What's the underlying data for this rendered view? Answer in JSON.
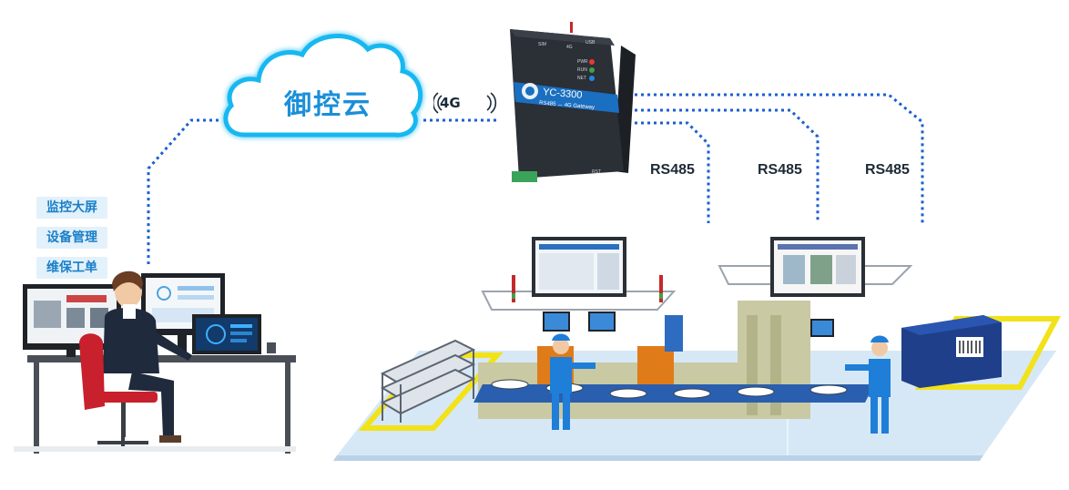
{
  "cloud": {
    "label": "御控云"
  },
  "link": {
    "label": "4G"
  },
  "gateway": {
    "model": "YC-3300",
    "subtitle": "RS485 ↔ 4G Gateway",
    "leds": [
      "PWR",
      "RUN",
      "NET"
    ],
    "port_labels": [
      "SIM",
      "4G",
      "USB",
      "RST"
    ]
  },
  "buses": [
    {
      "label": "RS485"
    },
    {
      "label": "RS485"
    },
    {
      "label": "RS485"
    }
  ],
  "menu": [
    {
      "label": "监控大屏"
    },
    {
      "label": "设备管理"
    },
    {
      "label": "维保工单"
    }
  ],
  "colors": {
    "dotted_line": "#1a5fd0",
    "cloud_glow": "#19b8f0",
    "cloud_text": "#1a8fd8",
    "gateway_body": "#2b2f36",
    "gateway_stripe": "#1a6fc0",
    "floor": "#d6e8f6",
    "safety_yellow": "#f2e21a",
    "machine_beige": "#c9c9a3",
    "worker_blue": "#1e7ed8"
  }
}
